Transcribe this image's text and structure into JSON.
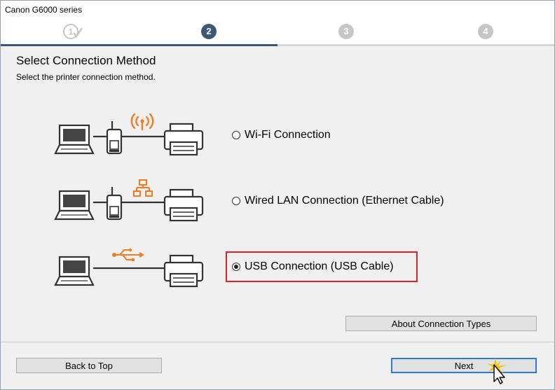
{
  "window": {
    "title": "Canon G6000 series"
  },
  "steps": [
    {
      "label": "1",
      "state": "done"
    },
    {
      "label": "2",
      "state": "active"
    },
    {
      "label": "3",
      "state": "inactive"
    },
    {
      "label": "4",
      "state": "inactive"
    }
  ],
  "page": {
    "heading": "Select Connection Method",
    "subheading": "Select the printer connection method."
  },
  "options": [
    {
      "label": "Wi-Fi Connection",
      "selected": false
    },
    {
      "label": "Wired LAN Connection (Ethernet Cable)",
      "selected": false
    },
    {
      "label": "USB Connection (USB Cable)",
      "selected": true
    }
  ],
  "buttons": {
    "about": "About Connection Types",
    "back": "Back to Top",
    "next": "Next"
  },
  "colors": {
    "accent_active": "#3e5776",
    "icon_orange": "#f47b20",
    "highlight_red": "#e0202a"
  },
  "icons": [
    "laptop-icon",
    "router-icon",
    "printer-icon",
    "wifi-signal-icon",
    "network-icon",
    "usb-icon",
    "checkmark-icon",
    "pointer-cursor-icon"
  ]
}
